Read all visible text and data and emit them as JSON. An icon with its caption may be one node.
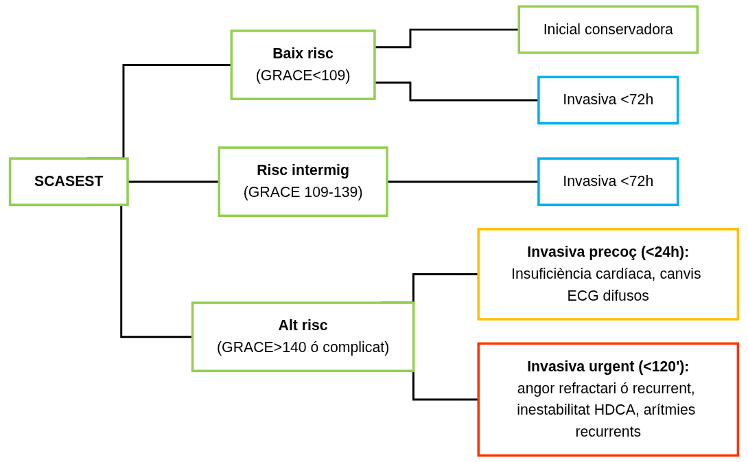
{
  "diagram": {
    "nodes": [
      {
        "text": [
          "SCASEST"
        ]
      },
      {
        "text": [
          "Baix risc",
          "(GRACE<109)"
        ]
      },
      {
        "text": [
          "Risc intermig",
          "(GRACE 109-139)"
        ]
      },
      {
        "text": [
          "Alt risc",
          "(GRACE>140 ó complicat)"
        ]
      },
      {
        "text": [
          "Inicial conservadora"
        ]
      },
      {
        "text": [
          "Invasiva <72h"
        ]
      },
      {
        "text": [
          "Invasiva <72h"
        ]
      },
      {
        "text": [
          "Invasiva precoç (<24h):",
          "Insuficiència cardíaca, canvis ECG difusos"
        ]
      },
      {
        "text": [
          "Invasiva urgent (<120'):",
          "angor refractari ó recurrent, inestabilitat HDCA, arítmies recurrents"
        ]
      }
    ],
    "edges": [
      {
        "from": 0,
        "to": 1,
        "arrow": "none"
      },
      {
        "from": 0,
        "to": 2,
        "arrow": "none"
      },
      {
        "from": 0,
        "to": 3,
        "arrow": "none"
      },
      {
        "from": 1,
        "to": 4,
        "arrow": "none"
      },
      {
        "from": 1,
        "to": 5,
        "arrow": "none"
      },
      {
        "from": 2,
        "to": 6,
        "arrow": "none"
      },
      {
        "from": 3,
        "to": 7,
        "arrow": "none"
      },
      {
        "from": 3,
        "to": 8,
        "arrow": "none"
      }
    ]
  }
}
